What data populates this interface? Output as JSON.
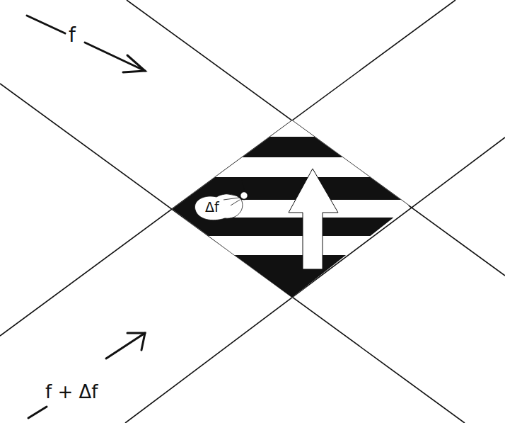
{
  "diagram": {
    "labels": [
      "f",
      "Δf",
      "f + Δf"
    ]
  }
}
